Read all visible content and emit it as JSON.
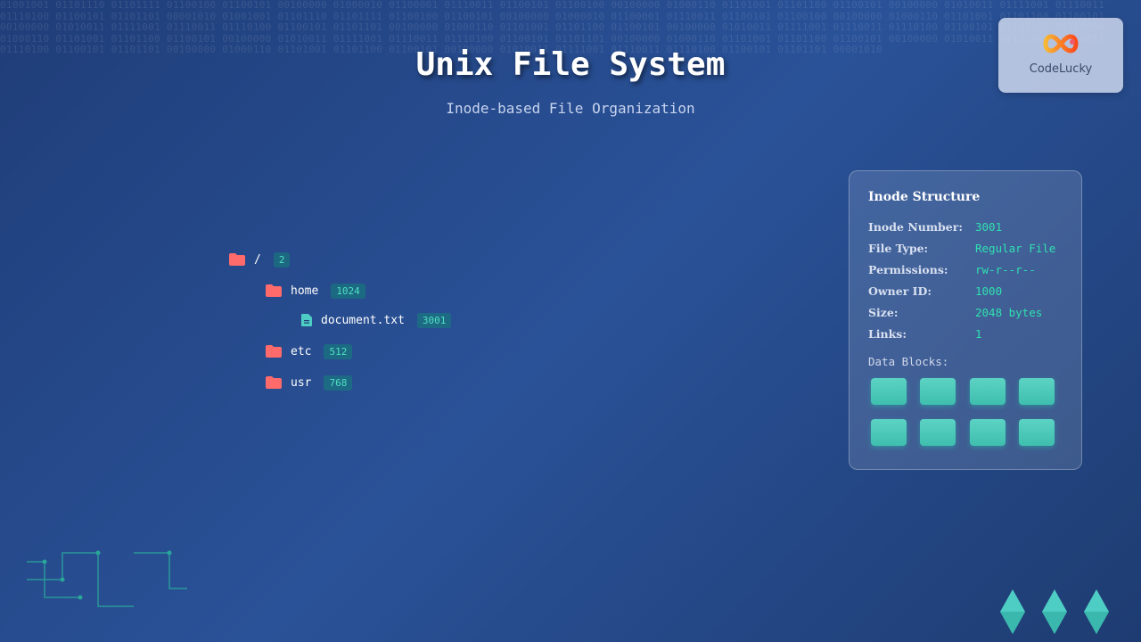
{
  "background_text": "01001001 01101110 01101111 01100100 01100101 00100000 01000010 01100001 01110011 01100101 01100100 00100000 01000110 01101001 01101100 01100101 00100000 01010011 01111001 01110011 01110100 01100101 01101101 00001010 01001001 01101110 01101111 01100100 01100101 00100000 01000010 01100001 01110011 01100101 01100100 00100000 01000110 01101001 01101100 01100101 00100000 01010011 01111001 01110011 01110100 01100101 01101101 00100000 01000110 01101001 01101100 01100101 00100000 01010011 01111001 01110011 01110100 01100101 01101101 00100000 01000110 01101001 01101100 01100101 00100000 01010011 01111001 01110011 01110100 01100101 01101101 00100000 01000110 01101001 01101100 01100101 00100000 01010011 01111001 01110011 01110100 01100101 01101101 00100000 01000110 01101001 01101100 01100101 00100000 01010011 01111001 01110011 01110100 01100101 01101101 00001010",
  "title": "Unix File System",
  "subtitle": "Inode-based File Organization",
  "logo": {
    "text": "CodeLucky",
    "icon": "infinity-logo-icon"
  },
  "tree": {
    "root": {
      "name": "/",
      "inode": "2",
      "icon": "folder-icon"
    },
    "home": {
      "name": "home",
      "inode": "1024",
      "icon": "folder-icon"
    },
    "document": {
      "name": "document.txt",
      "inode": "3001",
      "icon": "file-icon"
    },
    "etc": {
      "name": "etc",
      "inode": "512",
      "icon": "folder-icon"
    },
    "usr": {
      "name": "usr",
      "inode": "768",
      "icon": "folder-icon"
    }
  },
  "inode_panel": {
    "title": "Inode Structure",
    "fields": [
      {
        "key": "Inode Number:",
        "value": "3001"
      },
      {
        "key": "File Type:",
        "value": "Regular File"
      },
      {
        "key": "Permissions:",
        "value": "rw-r--r--"
      },
      {
        "key": "Owner ID:",
        "value": "1000"
      },
      {
        "key": "Size:",
        "value": "2048 bytes"
      },
      {
        "key": "Links:",
        "value": "1"
      }
    ],
    "data_blocks_label": "Data Blocks:",
    "data_blocks_count": 8
  },
  "colors": {
    "folder": "#ff6b6b",
    "file": "#4ecdc4",
    "accent_value": "#2fe0b0",
    "badge_text": "#4fe0c2"
  }
}
